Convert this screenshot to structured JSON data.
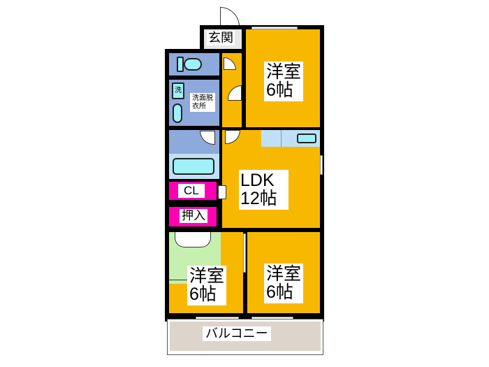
{
  "floorplan": {
    "layout": "3LDK",
    "rooms": {
      "entrance": {
        "label": "玄関"
      },
      "western_room_north": {
        "label_line1": "洋室",
        "label_line2": "6帖"
      },
      "toilet": {
        "label": ""
      },
      "washroom": {
        "label_line1": "洗面脱",
        "label_line2": "衣所",
        "washer_label": "洗"
      },
      "bathroom": {
        "label": ""
      },
      "ldk": {
        "label_line1": "LDK",
        "label_line2": "12帖"
      },
      "closet": {
        "label": "CL"
      },
      "oshiire": {
        "label": "押入"
      },
      "western_room_sw": {
        "label_line1": "洋室",
        "label_line2": "6帖"
      },
      "western_room_se": {
        "label_line1": "洋室",
        "label_line2": "6帖"
      },
      "balcony": {
        "label": "バルコニー"
      }
    },
    "colors": {
      "room": "#f9b800",
      "wet_area": "#8ea9db",
      "closet": "#ff00b4",
      "tatami": "#c6efb0",
      "balcony": "#ddd5cc",
      "wall": "#000000"
    }
  }
}
